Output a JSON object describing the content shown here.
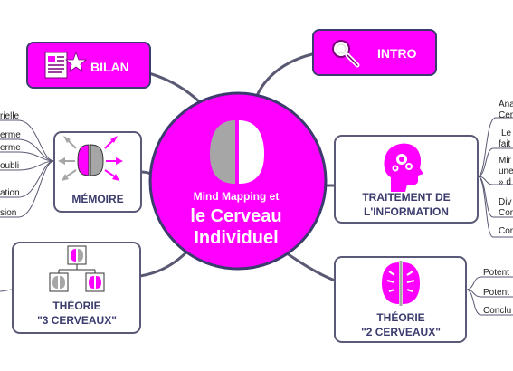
{
  "center": {
    "line1": "Mind Mapping et",
    "line2": "le Cerveau",
    "line3": "Individuel",
    "icon": "brain-half-icon"
  },
  "bilan": {
    "label": "BILAN",
    "icon": "document-star-icon"
  },
  "intro": {
    "label": "INTRO",
    "icon": "magnifier-icon"
  },
  "memoire": {
    "label": "MÉMOIRE",
    "icon": "brain-arrows-icon",
    "leaves": [
      "rielle",
      "erme",
      "erme",
      "oubli",
      "ation",
      "sion"
    ]
  },
  "traitement": {
    "line1": "TRAITEMENT DE",
    "line2": "L'INFORMATION",
    "icon": "head-gears-icon",
    "leaves": [
      [
        "Ana",
        "Cer"
      ],
      [
        "Le",
        "fait"
      ],
      [
        "Mir",
        "une",
        "» d"
      ],
      [
        "Div",
        "Cor"
      ],
      [
        "Cor"
      ]
    ]
  },
  "theorie3": {
    "line1": "THÉORIE",
    "line2": "\"3 CERVEAUX\"",
    "icon": "brain-tree-icon"
  },
  "theorie2": {
    "line1": "THÉORIE",
    "line2": "\"2 CERVEAUX\"",
    "icon": "brain-split-icon",
    "leaves": [
      "Potent",
      "Potent",
      "Conclu"
    ]
  },
  "colors": {
    "magenta": "#ff00ff",
    "navy": "#3b3b6e",
    "gray": "#a6a6a6",
    "line": "#595973"
  }
}
